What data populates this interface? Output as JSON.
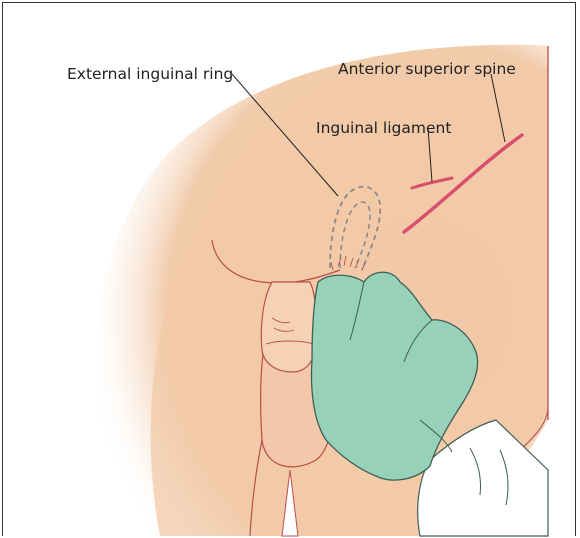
{
  "figure": {
    "labels": {
      "external_inguinal_ring": "External inguinal ring",
      "anterior_superior_spine": "Anterior superior spine",
      "inguinal_ligament": "Inguinal ligament"
    }
  },
  "colors": {
    "skin": "#f1c9a8",
    "skin_light": "#f7dcc5",
    "skin_outline": "#b84f4a",
    "ligament": "#d9506e",
    "glove": "#97d1b9",
    "glove_outline": "#3f5e55",
    "sleeve": "#ffffff",
    "leader_line": "#222222"
  }
}
